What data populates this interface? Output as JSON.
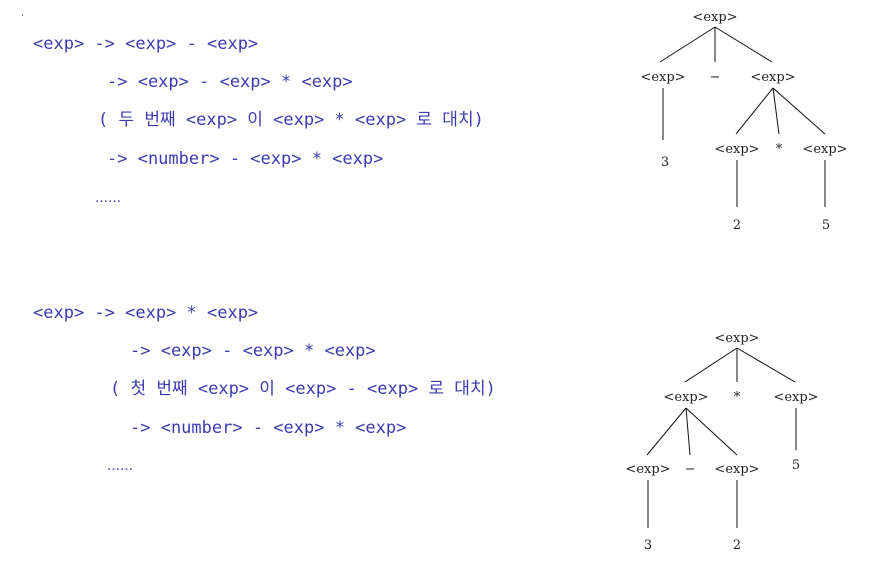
{
  "derivation_1": {
    "lines": [
      "<exp> -> <exp> - <exp>",
      "-> <exp> - <exp> * <exp>",
      "( 두 번째 <exp> 이 <exp> * <exp> 로 대치)",
      "-> <number> - <exp> * <exp>"
    ],
    "ellipsis": "……"
  },
  "derivation_2": {
    "lines": [
      "<exp> -> <exp> * <exp>",
      "-> <exp> - <exp> * <exp>",
      "( 첫 번째 <exp> 이 <exp> - <exp> 로 대치)",
      "-> <number> - <exp> * <exp>"
    ],
    "ellipsis": "……"
  },
  "tree_1": {
    "root": "<exp>",
    "left": "<exp>",
    "op": "−",
    "right": "<exp>",
    "left_leaf": "3",
    "right_left": "<exp>",
    "right_op": "*",
    "right_right": "<exp>",
    "leaf_a": "2",
    "leaf_b": "5"
  },
  "tree_2": {
    "root": "<exp>",
    "left": "<exp>",
    "op": "*",
    "right": "<exp>",
    "right_leaf": "5",
    "left_left": "<exp>",
    "left_op": "−",
    "left_right": "<exp>",
    "leaf_a": "3",
    "leaf_b": "2"
  }
}
